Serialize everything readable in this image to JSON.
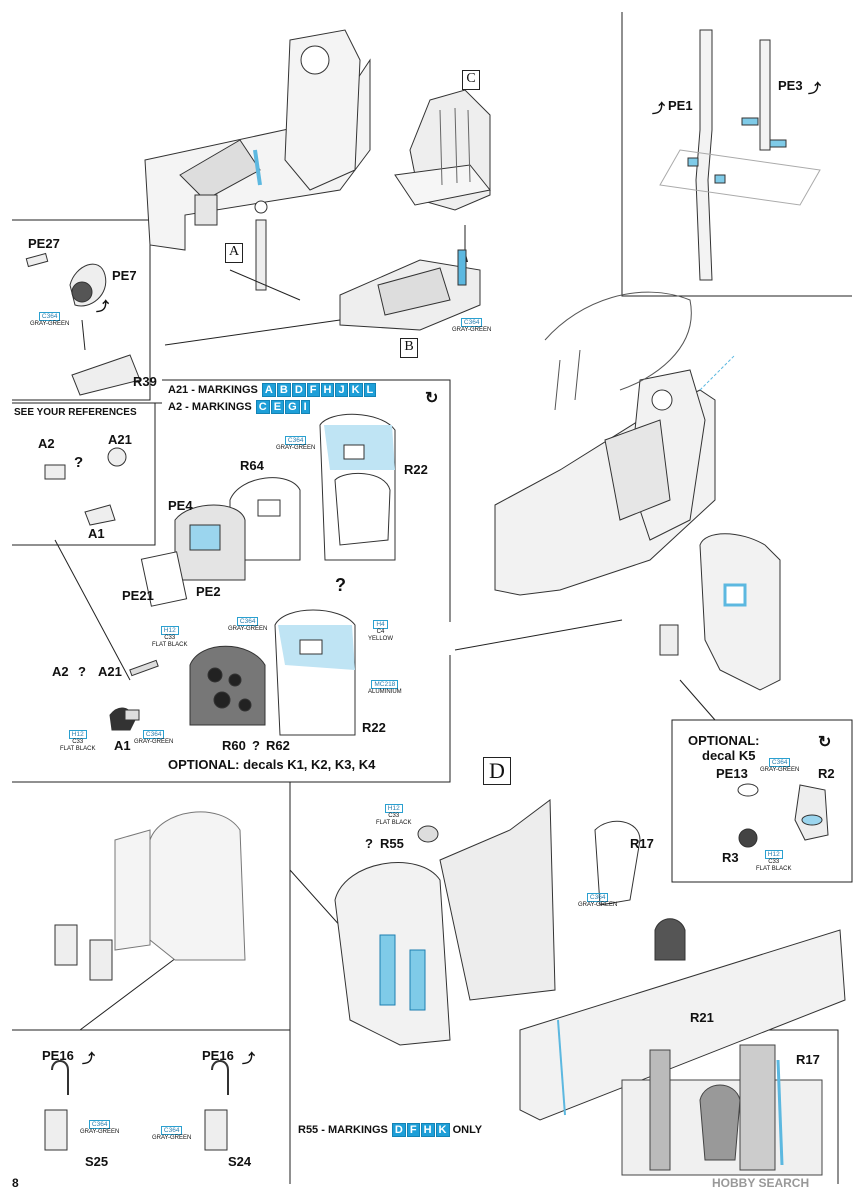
{
  "page": {
    "number": "8",
    "watermark": "HOBBY SEARCH"
  },
  "sections": {
    "a": "A",
    "b": "B",
    "c": "C",
    "d": "D"
  },
  "parts": {
    "pe27": "PE27",
    "pe7": "PE7",
    "r39": "R39",
    "pe1": "PE1",
    "pe3": "PE3",
    "a2": "A2",
    "a21": "A21",
    "a1": "A1",
    "r64": "R64",
    "pe4": "PE4",
    "pe21": "PE21",
    "pe2": "PE2",
    "r22": "R22",
    "r22b": "R22",
    "a2b": "A2",
    "a21b": "A21",
    "a1b": "A1",
    "r60": "R60",
    "r62": "R62",
    "pe13": "PE13",
    "r2": "R2",
    "r3": "R3",
    "r55": "R55",
    "r17": "R17",
    "r21": "R21",
    "r17b": "R17",
    "pe16a": "PE16",
    "pe16b": "PE16",
    "s25": "S25",
    "s24": "S24"
  },
  "notes": {
    "see_refs": "SEE YOUR REFERENCES",
    "markings_a21_prefix": "A21 - MARKINGS",
    "markings_a21": [
      "A",
      "B",
      "D",
      "F",
      "H",
      "J",
      "K",
      "L"
    ],
    "markings_a2_prefix": "A2 - MARKINGS",
    "markings_a2": [
      "C",
      "E",
      "G",
      "I"
    ],
    "optional_decals": "OPTIONAL: decals K1, K2, K3, K4",
    "optional_k5_l1": "OPTIONAL:",
    "optional_k5_l2": "decal K5",
    "r55_prefix": "R55 - MARKINGS",
    "r55_marks": [
      "D",
      "F",
      "H",
      "K"
    ],
    "r55_suffix": "ONLY"
  },
  "colors": {
    "c364_code": "C364",
    "c364_name": "GRAY-GREEN",
    "h12_code": "H12",
    "c33_code": "C33",
    "flat_black": "FLAT BLACK",
    "h4_code": "H4",
    "c4_code": "C4",
    "yellow": "YELLOW",
    "mc218_code": "MC218",
    "aluminium": "ALUMINIUM",
    "accent": "#1e9fd8"
  },
  "icons": [
    "question-icon",
    "rotate-icon",
    "bend-icon"
  ]
}
